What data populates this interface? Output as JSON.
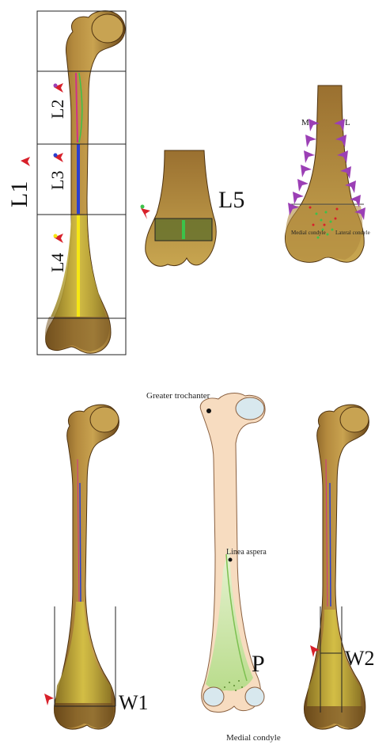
{
  "figure": {
    "labels": {
      "l1": "L1",
      "l2": "L2",
      "l3": "L3",
      "l4": "L4",
      "l5": "L5",
      "medial_marker": "M",
      "lateral_marker": "L",
      "medial_condyle_small": "Medial condyle",
      "lateral_condyle_small": "Lateral condyle",
      "greater_trochanter": "Greater trochanter",
      "linea_aspera": "Linea aspera",
      "p": "P",
      "medial_condyle": "Medial condyle",
      "w1": "W1",
      "w2": "W2"
    },
    "colors": {
      "bone_light": "#c49a45",
      "bone_dark": "#7a5220",
      "bone_shadow": "#5a3a14",
      "yellow_region": "#d9c640",
      "green_region": "#6e8a3a",
      "diagram_bone": "#f7dcc0",
      "diagram_green": "#c3e09a",
      "cartilage": "#d8e8ee",
      "red_arrow": "#d8202a",
      "purple_arrow": "#9b3fb5",
      "line_green": "#3cc24a",
      "line_blue": "#2a3fcf",
      "line_yellow": "#f5e614",
      "line_pink": "#d0308a",
      "grid_line": "#222222"
    }
  }
}
